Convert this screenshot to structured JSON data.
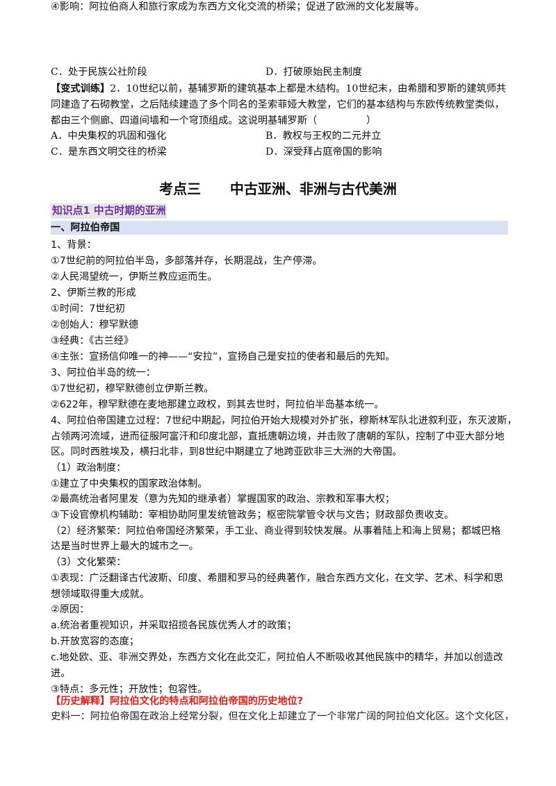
{
  "top_options": {
    "c1": "C．处于民族公社阶段",
    "d1": "D．打破原始民主制度"
  },
  "exercise": {
    "tag": "【变式训练】",
    "line1": "2．10世纪以前，基辅罗斯的建筑基本上都是木结构。10世纪末，由希腊和罗斯的建筑师共",
    "line2": "同建造了石砌教堂，之后陆续建造了多个同名的圣索菲娅大教堂，它们的基本结构与东欧传统教堂类似，",
    "line3": "都由三个侧廊、四道间墙和一个穹顶组成。这说明基辅罗斯（　　　　　）",
    "a": "A．中央集权的巩固和强化",
    "b": "B．教权与王权的二元并立",
    "c": "C．是东西文明交往的桥梁",
    "d": "D．深受拜占庭帝国的影响"
  },
  "section_title": "考点三      中古亚洲、非洲与古代美洲",
  "knowledge_point": "知识点1  中古时期的亚洲",
  "subsection": "一、阿拉伯帝国",
  "body": [
    "1、背景：",
    "①7世纪前的阿拉伯半岛，多部落并存，长期混战，生产停滞。",
    "②人民渴望统一，伊斯兰教应运而生。",
    "2、伊斯兰教的形成",
    "①时间：7世纪初",
    "②创始人：穆罕默德",
    "③经典：《古兰经》",
    "④主张：宣扬信仰唯一的神——“安拉”，宣扬自己是安拉的使者和最后的先知。",
    "3、阿拉伯半岛的统一：",
    "①7世纪初，穆罕默德创立伊斯兰教。",
    "②622年，穆罕默德在麦地那建立政权，到其去世时，阿拉伯半岛基本统一。",
    "4、阿拉伯帝国建立过程：7世纪中期起，阿拉伯开始大规模对外扩张，穆斯林军队北进叙利亚，东灭波斯，",
    "占领两河流域，进而征服阿富汗和印度北部，直抵唐朝边境，并击败了唐朝的军队，控制了中亚大部分地",
    "区。同时西胜埃及，横扫北非，到8世纪中期建立了地跨亚欧非三大洲的大帝国。",
    "（1）政治制度：",
    "①建立了中央集权的国家政治体制。",
    "②最高统治者阿里发（意为先知的继承者）掌握国家的政治、宗教和军事大权；",
    "③下设官僚机构辅助：宰相协助阿里发统管政务；枢密院掌管令状与文告；财政部负责收支。",
    "（2）经济繁荣：阿拉伯帝国经济繁荣，手工业、商业得到较快发展。从事着陆上和海上贸易；都城巴格",
    "达是当时世界上最大的城市之一。",
    "（3）文化繁荣：",
    "①表现：广泛翻译古代波斯、印度、希腊和罗马的经典著作，融合东西方文化，在文学、艺术、科学和思",
    "想领域取得重大成就。",
    "②原因：",
    "a.统治者重视知识，并采取招揽各民族优秀人才的政策；",
    "b.开放宽容的态度；",
    "c.地处欧、亚、非洲交界处，东西方文化在此交汇，阿拉伯人不断吸收其他民族中的精华，并加以创造改",
    "进。",
    "③特点：多元性；开放性；包容性。",
    "④影响：阿拉伯商人和旅行家成为东西方文化交流的桥梁；促进了欧洲的文化发展等。"
  ],
  "history_explain": "【历史解释】阿拉伯文化的特点和阿拉伯帝国的历史地位?",
  "source_line": "史料一：阿拉伯帝国在政治上经常分裂，但在文化上却建立了一个非常广阔的阿拉伯文化区。这个文化区，"
}
